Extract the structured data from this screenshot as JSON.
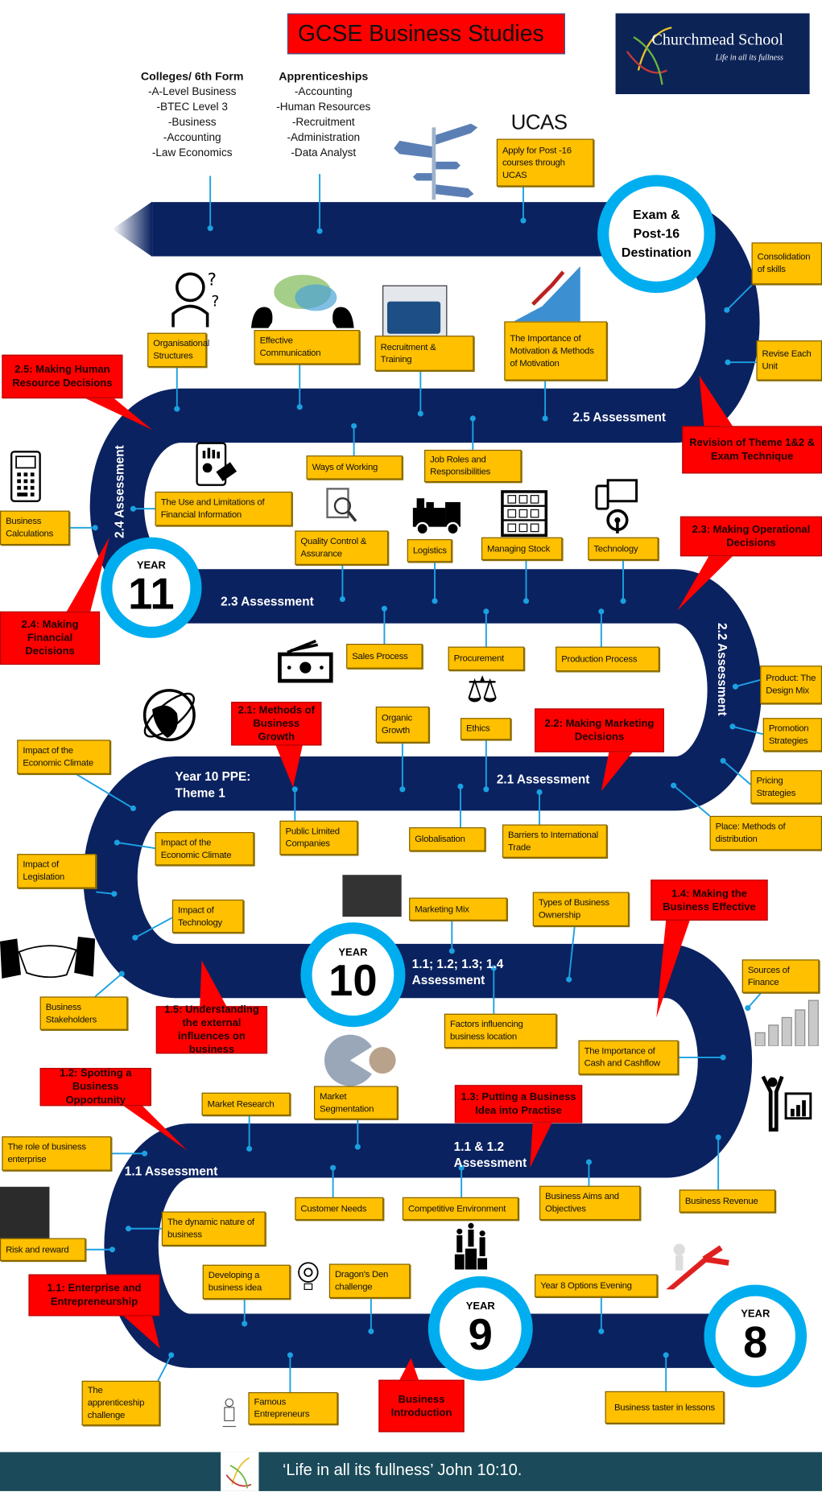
{
  "header": {
    "title": "GCSE Business Studies",
    "school_name": "Churchmead School",
    "school_tagline": "Life in all its fullness",
    "ucas_logo": "UCAS"
  },
  "destinations": {
    "colleges": {
      "heading": "Colleges/ 6th Form",
      "items": [
        "-A-Level Business",
        "-BTEC Level 3",
        "-Business",
        "-Accounting",
        "-Law Economics"
      ]
    },
    "apprenticeships": {
      "heading": "Apprenticeships",
      "items": [
        "-Accounting",
        "-Human Resources",
        "-Recruitment",
        "-Administration",
        "-Data Analyst"
      ]
    }
  },
  "milestones": {
    "exam": [
      "Exam &",
      "Post-16",
      "Destination"
    ],
    "year11": {
      "label": "YEAR",
      "num": "11"
    },
    "year10": {
      "label": "YEAR",
      "num": "10"
    },
    "year9": {
      "label": "YEAR",
      "num": "9"
    },
    "year8": {
      "label": "YEAR",
      "num": "8"
    }
  },
  "road_labels": {
    "a25": "2.5 Assessment",
    "a24": "2.4 Assessment",
    "a23": "2.3 Assessment",
    "a22": "2.2 Assessment",
    "ppe_1": "Year 10 PPE:",
    "ppe_2": "Theme 1",
    "a21": "2.1 Assessment",
    "a1x_1": "1.1; 1.2; 1.3; 1.4",
    "a1x_2": "Assessment",
    "a112_1": "1.1 & 1.2",
    "a112_2": "Assessment",
    "a11": "1.1 Assessment"
  },
  "topics": [
    "Apply for Post -16 courses through UCAS",
    "Consolidation of skills",
    "Revise Each Unit",
    "Organisational Structures",
    "Effective Communication",
    "Recruitment & Training",
    "The Importance of Motivation & Methods of Motivation",
    "Ways of Working",
    "Job Roles and Responsibilities",
    "The Use and Limitations of Financial Information",
    "Business Calculations",
    "Quality Control & Assurance",
    "Logistics",
    "Managing Stock",
    "Technology",
    "Sales Process",
    "Procurement",
    "Production Process",
    "Product: The Design Mix",
    "Promotion Strategies",
    "Pricing Strategies",
    "Impact of the Economic Climate",
    "Organic Growth",
    "Ethics",
    "Place: Methods of distribution",
    "Impact of the Economic Climate",
    "Public Limited Companies",
    "Globalisation",
    "Barriers to International Trade",
    "Impact of Legislation",
    "Marketing Mix",
    "Types of Business Ownership",
    "Impact of Technology",
    "Business Stakeholders",
    "Sources of Finance",
    "Factors influencing business location",
    "The Importance of Cash and Cashflow",
    "Market Research",
    "Market Segmentation",
    "The role of business enterprise",
    "Customer Needs",
    "Competitive Environment",
    "Business Aims and Objectives",
    "Business Revenue",
    "The dynamic nature of business",
    "Risk and reward",
    "Developing a business idea",
    "Dragon's Den challenge",
    "Year 8 Options Evening",
    "The apprenticeship challenge",
    "Famous Entrepreneurs",
    "Business taster in lessons"
  ],
  "units": [
    "2.5: Making Human Resource Decisions",
    "Revision of Theme 1&2 & Exam Technique",
    "2.4: Making Financial Decisions",
    "2.3: Making Operational Decisions",
    "2.1: Methods of Business Growth",
    "2.2: Making Marketing Decisions",
    "1.4: Making the Business Effective",
    "1.5: Understanding the external influences on business",
    "1.2: Spotting a Business Opportunity",
    "1.3: Putting a Business Idea into Practise",
    "1.1: Enterprise and Entrepreneurship",
    "Business Introduction"
  ],
  "footer": {
    "quote": "‘Life in all its fullness’ John 10:10."
  },
  "colors": {
    "road": "#0b2260",
    "ring": "#00aeef",
    "topic": "#ffc000",
    "unit": "#ff0000",
    "connector": "#1ba1e2",
    "footer": "#1b4b5a"
  }
}
